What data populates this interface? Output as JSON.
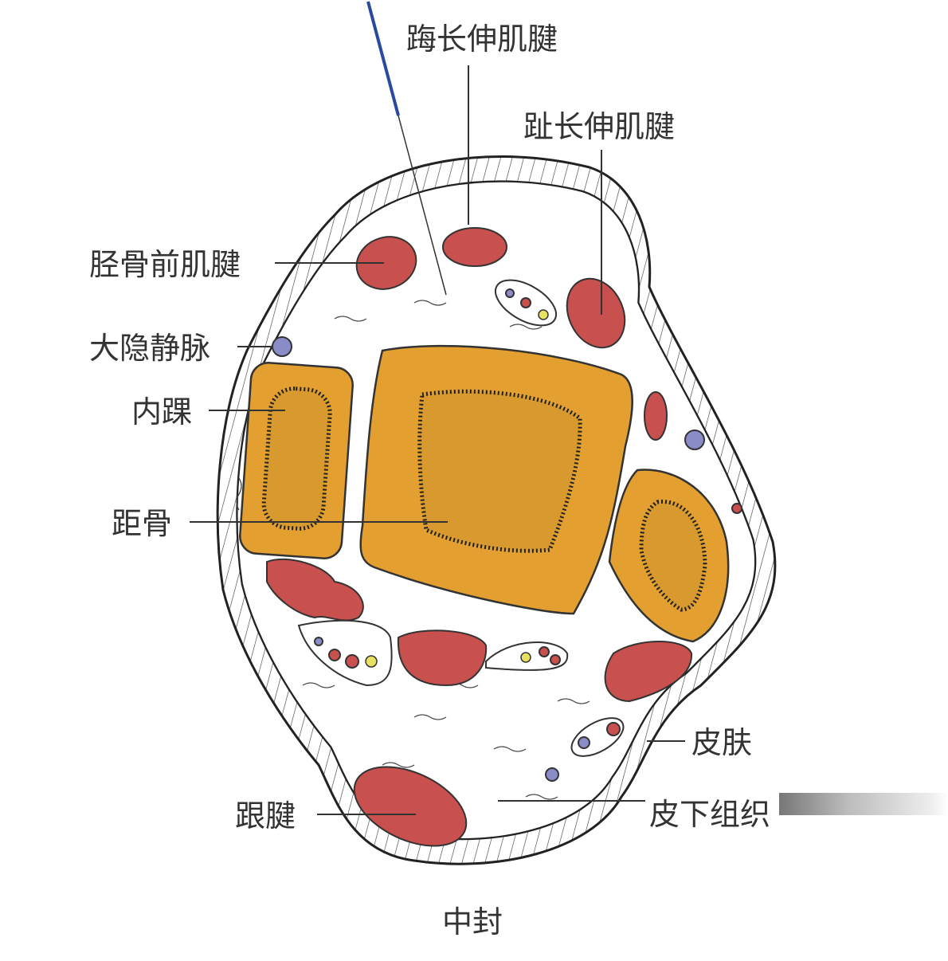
{
  "title": "中封",
  "labels": {
    "extensor_hallucis_longus_tendon": "踇长伸肌腱",
    "extensor_digitorum_longus_tendon": "趾长伸肌腱",
    "tibialis_anterior_tendon": "胫骨前肌腱",
    "great_saphenous_vein": "大隐静脉",
    "medial_malleolus": "内踝",
    "talus": "距骨",
    "skin": "皮肤",
    "subcutaneous_tissue": "皮下组织",
    "achilles_tendon": "跟腱"
  },
  "colors": {
    "bone": "#E3A030",
    "muscle": "#C8504E",
    "vein": "#8A8CC8",
    "nerve": "#E8E060",
    "needle": "#2A4AA0"
  }
}
